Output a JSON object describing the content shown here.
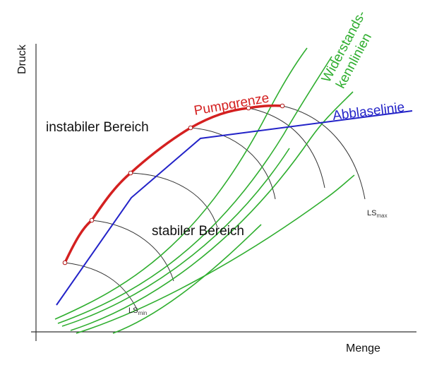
{
  "colors": {
    "background": "#ffffff",
    "axis": "#333333",
    "pumpgrenze": "#d42020",
    "abblaselinie": "#2323c8",
    "widerstand": "#2fae2f",
    "speed_curves": "#333333",
    "markers": "#ffffff"
  },
  "axes": {
    "y_label": "Druck",
    "x_label": "Menge"
  },
  "labels": {
    "pumpgrenze": "Pumpgrenze",
    "abblaselinie": "Abblaselinie",
    "widerstand_line1": "Widerstands-",
    "widerstand_line2": "kennlinien",
    "instabil": "instabiler Bereich",
    "stabil": "stabiler Bereich",
    "ls_min_main": "LS",
    "ls_min_sub": "min",
    "ls_max_main": "LS",
    "ls_max_sub": "max"
  }
}
